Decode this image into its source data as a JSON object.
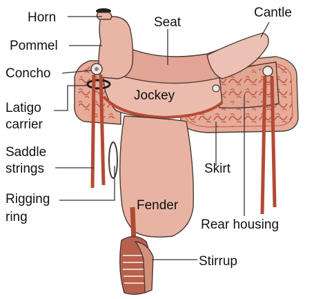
{
  "diagram": {
    "labels": {
      "horn": "Horn",
      "seat": "Seat",
      "cantle": "Cantle",
      "pommel": "Pommel",
      "concho": "Concho",
      "jockey": "Jockey",
      "latigo_carrier": [
        "Latigo",
        "carrier"
      ],
      "saddle_strings": [
        "Saddle",
        "strings"
      ],
      "skirt": "Skirt",
      "rigging_ring": [
        "Rigging",
        "ring"
      ],
      "fender": "Fender",
      "rear_housing": "Rear housing",
      "stirrup": "Stirrup"
    },
    "colors": {
      "leather_light": "#e9b7a8",
      "leather_mid": "#d4907c",
      "leather_dark": "#b8604c",
      "tooling": "#c05a44",
      "strap": "#b34a35",
      "outline": "#4a3a35",
      "horn_cap": "#1e1e1e",
      "text": "#111111"
    }
  }
}
